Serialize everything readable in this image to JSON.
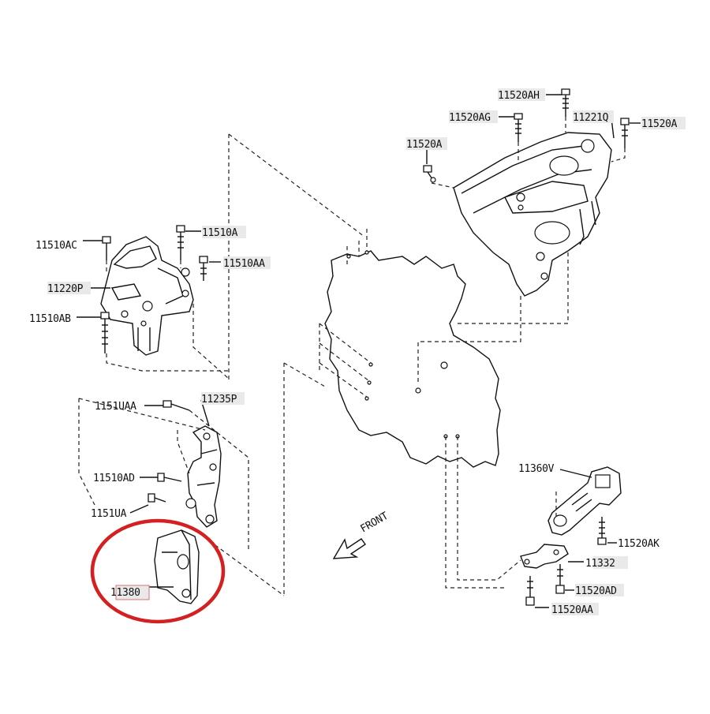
{
  "diagram": {
    "labels": {
      "11520AH": "11520AH",
      "11520AG": "11520AG",
      "11221Q": "11221Q",
      "11520A": "11520A",
      "11520A_left": "11520A",
      "11510AC": "11510AC",
      "11510A": "11510A",
      "11510AA": "11510AA",
      "11220P": "11220P",
      "11510AB": "11510AB",
      "1151UAA": "1151UAA",
      "11235P": "11235P",
      "11510AD": "11510AD",
      "1151UA": "1151UA",
      "11380": "11380",
      "11360V": "11360V",
      "11520AK": "11520AK",
      "11332": "11332",
      "11520AD": "11520AD",
      "11520AA": "11520AA",
      "front": "FRONT"
    },
    "highlight": {
      "color": "#d42020",
      "part": "11380"
    }
  }
}
